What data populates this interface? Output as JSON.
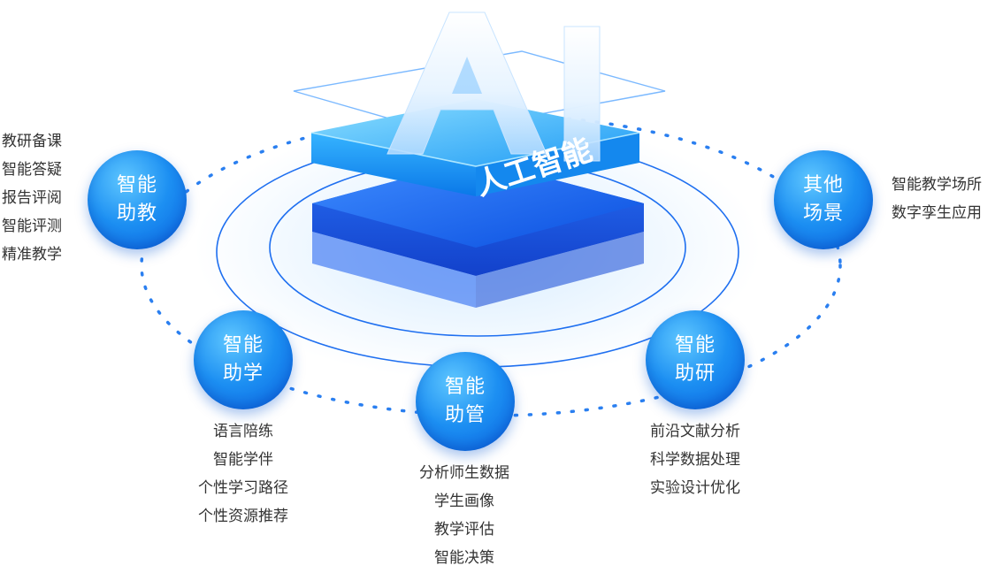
{
  "hero": {
    "big_text": "AI",
    "sub_text": "人工智能"
  },
  "nodes": [
    {
      "line1": "智能",
      "line2": "助教",
      "items": [
        "教研备课",
        "智能答疑",
        "报告评阅",
        "智能评测",
        "精准教学"
      ]
    },
    {
      "line1": "智能",
      "line2": "助学",
      "items": [
        "语言陪练",
        "智能学伴",
        "个性学习路径",
        "个性资源推荐"
      ]
    },
    {
      "line1": "智能",
      "line2": "助管",
      "items": [
        "分析师生数据",
        "学生画像",
        "教学评估",
        "智能决策"
      ]
    },
    {
      "line1": "智能",
      "line2": "助研",
      "items": [
        "前沿文献分析",
        "科学数据处理",
        "实验设计优化"
      ]
    },
    {
      "line1": "其他",
      "line2": "场景",
      "items": [
        "智能教学场所",
        "数字孪生应用"
      ]
    }
  ],
  "colors": {
    "node_blue": "#1c8ff2",
    "ring_blue": "#1e6ff0",
    "dot_blue": "#2a7ff0",
    "platform_light": "#6fd0ff",
    "platform_dark": "#0d5ce6",
    "text": "#333333"
  }
}
